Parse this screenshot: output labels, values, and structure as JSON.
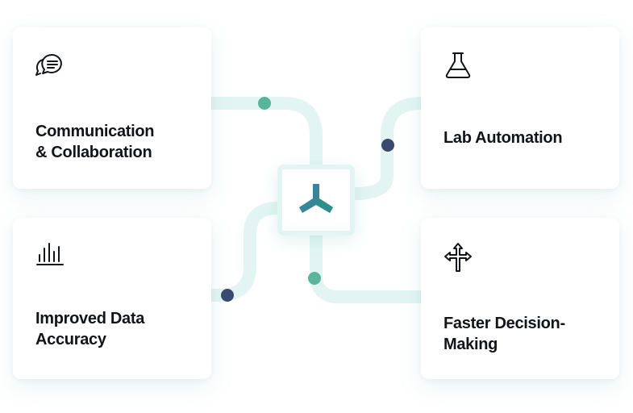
{
  "colors": {
    "connector": "#e3f5f2",
    "dot_teal": "#5bb59c",
    "dot_navy": "#3a4a6e",
    "text": "#111418",
    "logo_teal": "#2f8f8a",
    "logo_blue": "#3f7fa8"
  },
  "hub": {
    "logo_icon": "three-branch-logo-icon"
  },
  "cards": {
    "communication": {
      "label": "Communication\n& Collaboration",
      "icon": "chat-bubbles-icon"
    },
    "lab": {
      "label": "Lab Automation",
      "icon": "flask-icon"
    },
    "accuracy": {
      "label": "Improved Data\nAccuracy",
      "icon": "bar-chart-icon"
    },
    "decision": {
      "label": "Faster Decision-\nMaking",
      "icon": "branching-arrows-icon"
    }
  }
}
